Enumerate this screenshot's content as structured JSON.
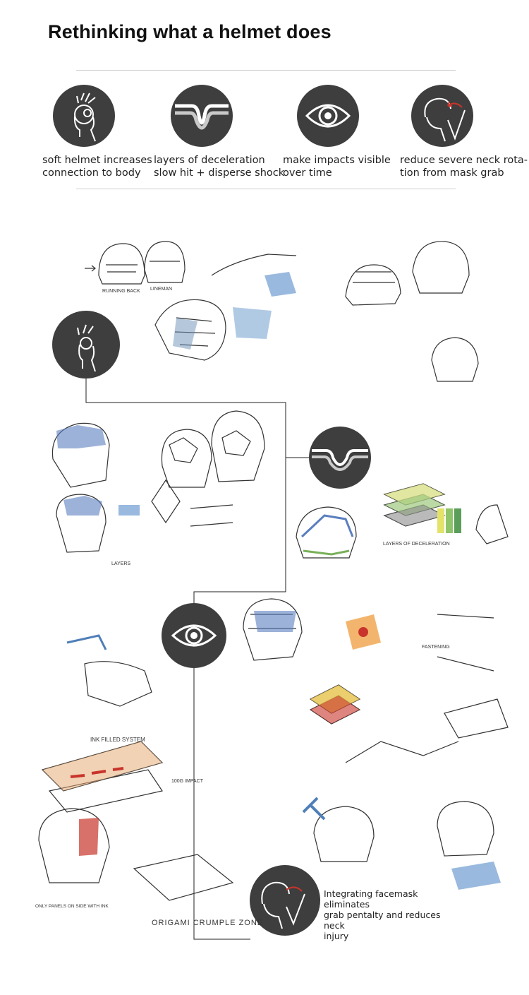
{
  "page": {
    "title": "Rethinking what a helmet does"
  },
  "features": [
    {
      "icon": "head-connection-icon",
      "line1": "soft helmet increases",
      "line2": "connection to body"
    },
    {
      "icon": "deceleration-layers-icon",
      "line1": "layers of deceleration",
      "line2": "slow hit + disperse shock"
    },
    {
      "icon": "eye-icon",
      "line1": "make impacts visible",
      "line2": "over time"
    },
    {
      "icon": "neck-rotation-icon",
      "line1": "reduce severe neck rota-",
      "line2": "tion from mask grab"
    }
  ],
  "sketch_notes": {
    "facemask_line1": "Integrating facemask eliminates",
    "facemask_line2": "grab pentalty and reduces neck",
    "facemask_line3": "injury",
    "origami": "ORIGAMI CRUMPLE ZONE",
    "ink_system": "INK FILLED SYSTEM",
    "running_back": "RUNNING BACK",
    "lineman": "LINEMAN",
    "layers": "LAYERS",
    "fastening": "FASTENING",
    "layers_of_deceleration": "LAYERS OF DECELERATION",
    "impact": "100G IMPACT",
    "only_panels": "ONLY PANELS ON SIDE WITH INK"
  },
  "colors": {
    "circle": "#3e3e3e",
    "accent_red": "#c8342b",
    "accent_blue": "#4f7fb8",
    "rule": "#cfcfcf"
  }
}
